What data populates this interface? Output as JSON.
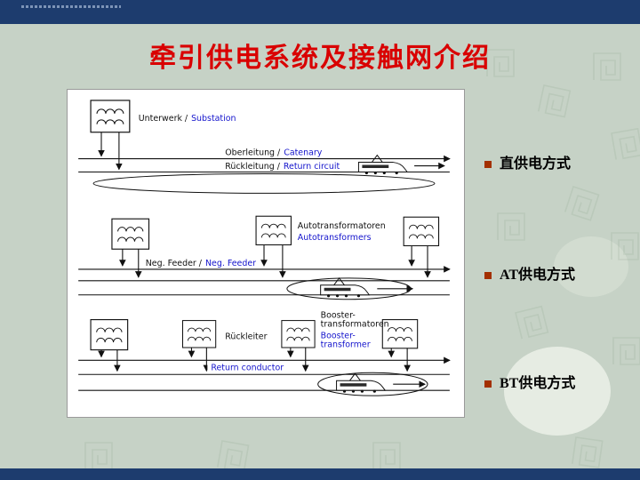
{
  "slide": {
    "title": "牵引供电系统及接触网介绍",
    "bullets": [
      {
        "label": "直供电方式"
      },
      {
        "label": "AT供电方式"
      },
      {
        "label": "BT供电方式"
      }
    ]
  },
  "diagram": {
    "substation_de": "Unterwerk /",
    "substation_en": "Substation",
    "catenary_de": "Oberleitung /",
    "catenary_en": "Catenary",
    "return_de": "Rückleitung /",
    "return_en": "Return circuit",
    "autotrafo_de": "Autotransformatoren",
    "autotrafo_en": "Autotransformers",
    "negfeeder_de": "Neg. Feeder /",
    "negfeeder_en": "Neg. Feeder",
    "booster_de_1": "Booster-",
    "booster_de_2": "transformatoren",
    "booster_en_1": "Booster-",
    "booster_en_2": "transformer",
    "rueckleiter": "Rückleiter",
    "return_conductor": "Return conductor"
  },
  "colors": {
    "title_red": "#d90000",
    "bullet_marker": "#a33000",
    "label_blue": "#1414cc",
    "bar_navy": "#1d3c6e",
    "background_sage": "#c6d2c6"
  }
}
